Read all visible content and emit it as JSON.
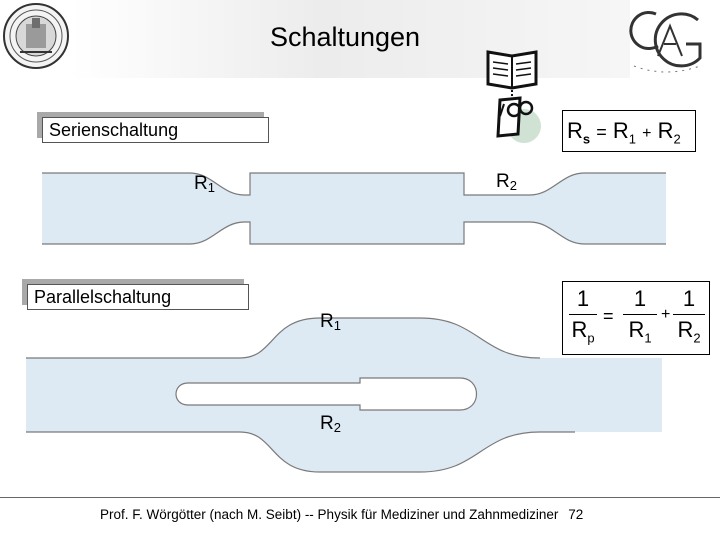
{
  "slide": {
    "title": "Schaltungen",
    "footer": "Prof. F. Wörgötter (nach M. Seibt) -- Physik für Mediziner und Zahnmediziner",
    "page_number": "72"
  },
  "series": {
    "label": "Serienschaltung",
    "r1": {
      "base": "R",
      "sub": "1"
    },
    "r2": {
      "base": "R",
      "sub": "2"
    },
    "formula": {
      "lhs": "R",
      "lhs_sub": "s",
      "eq": "=",
      "t1": "R",
      "t1_sub": "1",
      "plus": "+",
      "t2": "R",
      "t2_sub": "2"
    }
  },
  "parallel": {
    "label": "Parallelschaltung",
    "r1": {
      "base": "R",
      "sub": "1"
    },
    "r2": {
      "base": "R",
      "sub": "2"
    },
    "formula": {
      "one": "1",
      "lhs": "R",
      "lhs_sub": "p",
      "eq": "=",
      "t1": "R",
      "t1_sub": "1",
      "plus": "+",
      "t2": "R",
      "t2_sub": "2"
    }
  },
  "colors": {
    "channel_fill": "#dde9f3",
    "outline": "#7a7a7a",
    "accent_green": "#cfe2d4"
  },
  "icons": [
    "university-seal-icon",
    "goettingen-logo-icon",
    "book-icon",
    "glasses-scroll-icon"
  ]
}
